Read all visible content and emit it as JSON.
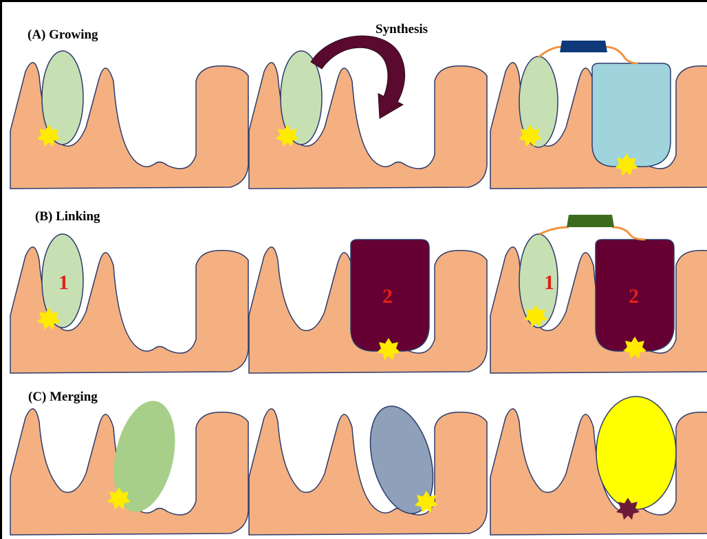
{
  "labels": {
    "growing": "(A) Growing",
    "linking": "(B) Linking",
    "merging": "(C) Merging",
    "synthesis": "Synthesis"
  },
  "fragments": {
    "one": "1",
    "two": "2"
  },
  "colors": {
    "protein": "#f4b081",
    "outline": "#2b3a6b",
    "fragment_green": "#c6e0b4",
    "grown_fragment": "#9fd4dc",
    "fragment_two": "#660033",
    "merge_green": "#a8cf8a",
    "merge_blue": "#8ea0ba",
    "merged": "#ffff00",
    "hotspot": "#ffeb00",
    "hotspot_merged": "#6b1a3a",
    "linker_a": "#0e3a7a",
    "linker_b": "#3d6b1e",
    "tether": "#f09340",
    "arrow": "#5a0a2e",
    "number_red": "#e0201a"
  }
}
